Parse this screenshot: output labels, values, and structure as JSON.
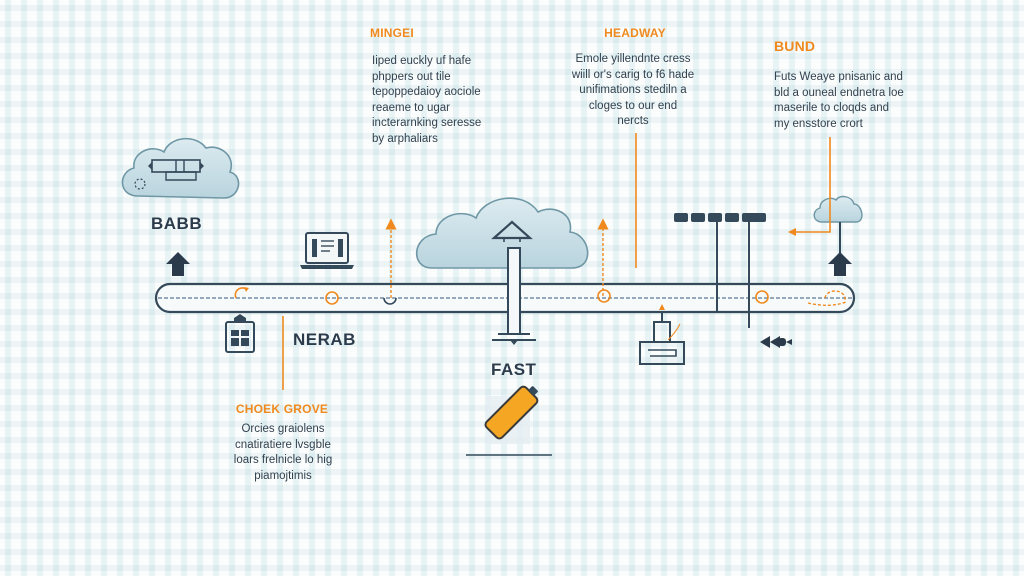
{
  "colors": {
    "accent": "#f08a1e",
    "ink": "#2c3b4b",
    "cloud_fill": "#cfe3ea",
    "cloud_stroke": "#7fa3b0",
    "battery_fill": "#f5a623"
  },
  "annotations": [
    {
      "id": "minged",
      "title": "MINGEI",
      "lines": [
        "Iiped euckly uf hafe",
        "phppers out tile",
        "tepoppedaioy aociole",
        "reaeme to ugar",
        "incterarnking seresse",
        "by arphaliars"
      ]
    },
    {
      "id": "headway",
      "title": "HEADWAY",
      "lines": [
        "Emole yillendnte cress",
        "wiill or's carig to f6 hade",
        "unifimations stediln a",
        "cloges to our end",
        "nercts"
      ]
    },
    {
      "id": "bund",
      "title": "BUND",
      "lines": [
        "Futs Weaye pnisanic and",
        "bld a ouneal endnetra loe",
        "maserile to cloqds and",
        "my ensstore crort"
      ]
    },
    {
      "id": "check-grove",
      "title": "CHOEK GROVE",
      "lines": [
        "Orcies graiolens",
        "cnatiratiere lvsgble",
        "loars frelnicle lo hig",
        "piamojtimis"
      ]
    }
  ],
  "nodes": {
    "babb": "BABB",
    "nerab": "NERAB",
    "fast": "FAST"
  },
  "icons": {
    "left_cloud": "cloud-server-icon",
    "laptop": "laptop-icon",
    "center_cloud": "cloud-upload-icon",
    "clipboard": "clipboard-icon",
    "battery": "battery-icon",
    "server_rack": "server-rack-icon",
    "small_cloud": "cloud-icon",
    "printer": "printer-base-icon",
    "fast_forward": "fast-rewind-icon"
  }
}
